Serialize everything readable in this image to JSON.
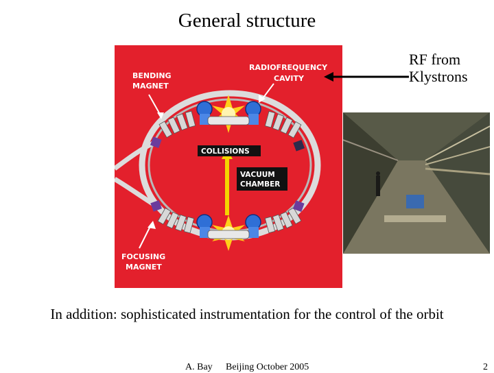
{
  "slide": {
    "title": "General structure",
    "rf_label_line1": "RF from",
    "rf_label_line2": "Klystrons",
    "caption": "In addition: sophisticated instrumentation for the control of the orbit"
  },
  "diagram": {
    "bending_magnet_line1": "BENDING",
    "bending_magnet_line2": "MAGNET",
    "rf_cavity_line1": "RADIOFREQUENCY",
    "rf_cavity_line2": "CAVITY",
    "collisions": "COLLISIONS",
    "vacuum_chamber_line1": "VACUUM",
    "vacuum_chamber_line2": "CHAMBER",
    "focusing_magnet_line1": "FOCUSING",
    "focusing_magnet_line2": "MAGNET",
    "background_color": "#e3202c"
  },
  "footer": {
    "author": "A. Bay",
    "event": "Beijing October 2005",
    "page": "2"
  }
}
